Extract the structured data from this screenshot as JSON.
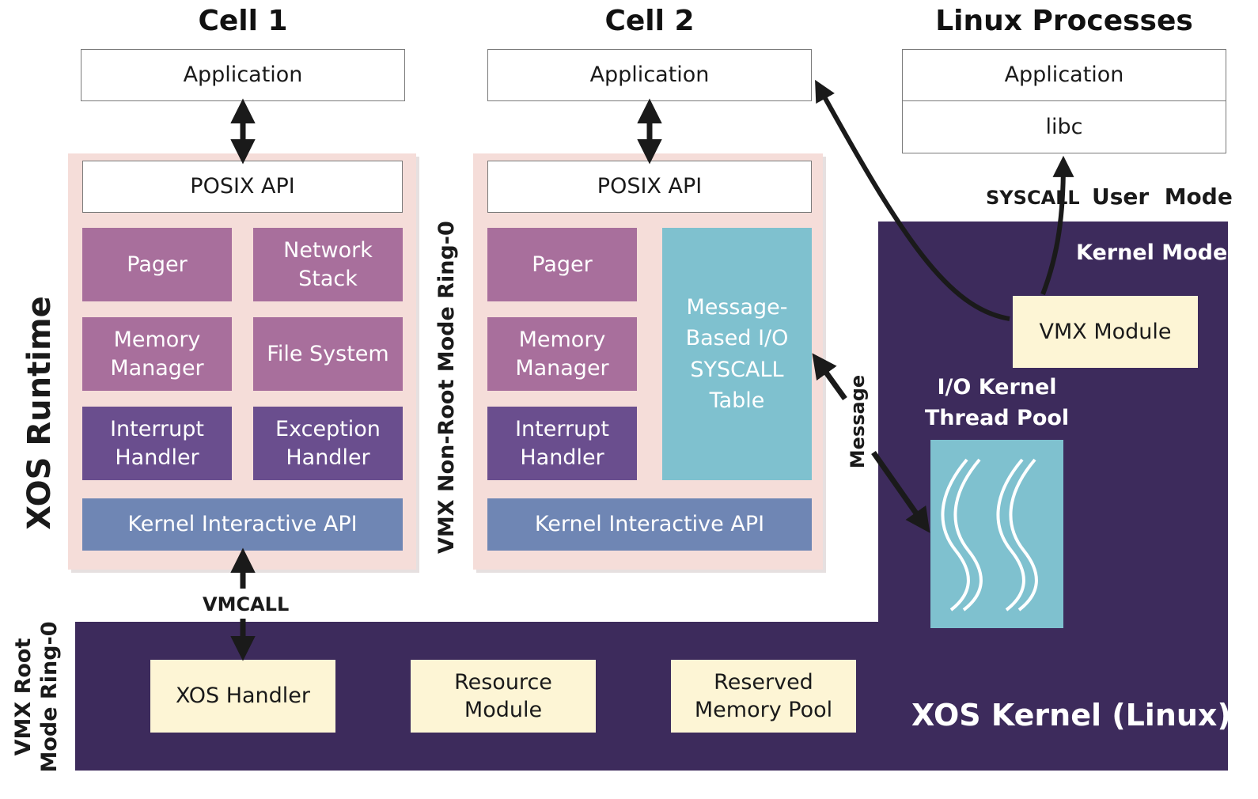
{
  "titles": {
    "cell1": "Cell 1",
    "cell2": "Cell 2",
    "linux": "Linux Processes"
  },
  "cell1": {
    "application": "Application",
    "posix": "POSIX API",
    "pager": "Pager",
    "network_stack": "Network Stack",
    "memory_manager": "Memory Manager",
    "file_system": "File System",
    "interrupt_handler": "Interrupt Handler",
    "exception_handler": "Exception Handler",
    "kernel_api": "Kernel Interactive API"
  },
  "cell2": {
    "application": "Application",
    "posix": "POSIX API",
    "pager": "Pager",
    "memory_manager": "Memory Manager",
    "interrupt_handler": "Interrupt Handler",
    "syscall_table": "Message-Based I/O SYSCALL Table",
    "kernel_api": "Kernel Interactive API"
  },
  "linux": {
    "application": "Application",
    "libc": "libc"
  },
  "labels": {
    "xos_runtime": "XOS Runtime",
    "vmx_non_root": "VMX Non-Root Mode Ring-0",
    "vmx_root": "VMX Root Mode Ring-0",
    "vmcall": "VMCALL",
    "syscall": "SYSCALL",
    "user_mode": "User  Mode",
    "kernel_mode": "Kernel Mode",
    "message": "Message",
    "io_kernel_thread_pool": "I/O Kernel Thread Pool",
    "vmx_module": "VMX Module",
    "xos_kernel": "XOS Kernel (Linux)"
  },
  "kernel": {
    "xos_handler": "XOS Handler",
    "resource_module": "Resource Module",
    "reserved_memory_pool": "Reserved Memory Pool"
  },
  "colors": {
    "kernel_bg": "#3d2b5c",
    "runtime_panel": "#f5ddd9",
    "mauve": "#a86f9c",
    "purple": "#6a4e8e",
    "steel": "#6f86b4",
    "teal": "#7fc1cf",
    "cream": "#fdf5d5"
  }
}
